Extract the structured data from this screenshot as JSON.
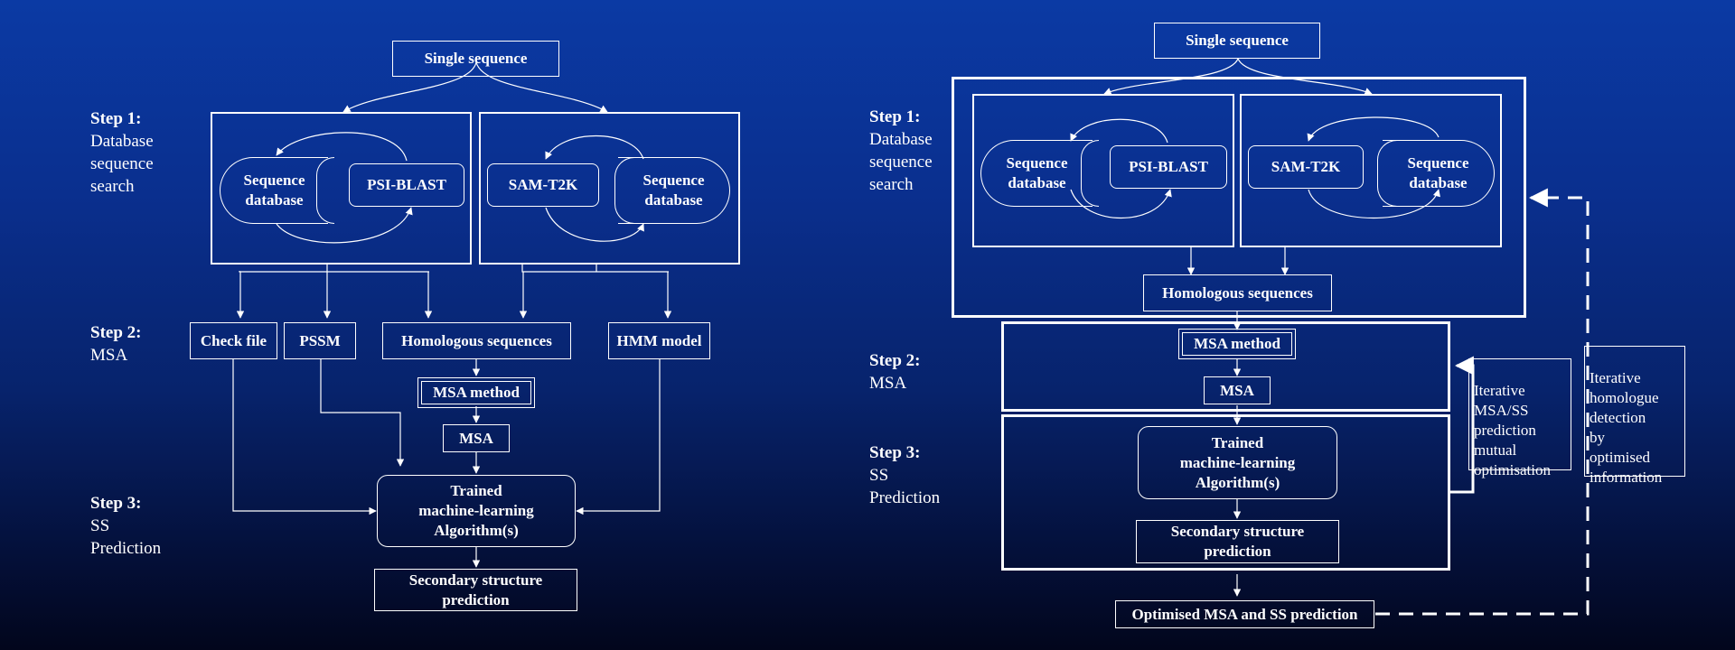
{
  "left": {
    "steps": [
      {
        "title": "Step 1:",
        "text": "Database\nsequence\nsearch"
      },
      {
        "title": "Step 2:",
        "text": "MSA"
      },
      {
        "title": "Step 3:",
        "text": "SS\nPrediction"
      }
    ],
    "single_sequence": "Single sequence",
    "seq_db_1": "Sequence\ndatabase",
    "psi_blast": "PSI-BLAST",
    "sam_t2k": "SAM-T2K",
    "seq_db_2": "Sequence\ndatabase",
    "check_file": "Check file",
    "pssm": "PSSM",
    "homologous": "Homologous sequences",
    "hmm_model": "HMM model",
    "msa_method": "MSA method",
    "msa": "MSA",
    "trained": "Trained\nmachine-learning\nAlgorithm(s)",
    "secondary": "Secondary structure\nprediction"
  },
  "right": {
    "steps": [
      {
        "title": "Step 1:",
        "text": "Database\nsequence\nsearch"
      },
      {
        "title": "Step 2:",
        "text": "MSA"
      },
      {
        "title": "Step 3:",
        "text": "SS\nPrediction"
      }
    ],
    "single_sequence": "Single sequence",
    "seq_db_1": "Sequence\ndatabase",
    "psi_blast": "PSI-BLAST",
    "sam_t2k": "SAM-T2K",
    "seq_db_2": "Sequence\ndatabase",
    "homologous": "Homologous sequences",
    "msa_method": "MSA method",
    "msa": "MSA",
    "trained": "Trained\nmachine-learning\nAlgorithm(s)",
    "secondary": "Secondary structure\nprediction",
    "optimised": "Optimised MSA and SS prediction",
    "note_iterative_msa": "Iterative\nMSA/SS\nprediction\nmutual\noptimisation",
    "note_iterative_homologue": "Iterative\nhomologue\ndetection\nby\noptimised\ninformation"
  }
}
